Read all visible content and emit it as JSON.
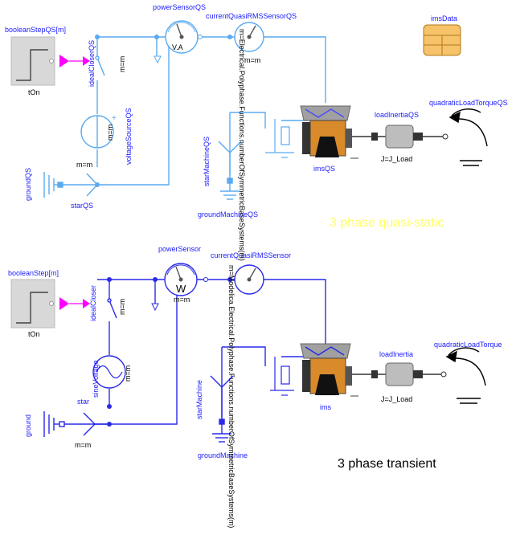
{
  "colors": {
    "qs_wire": "#5aaaf0",
    "tr_wire": "#2a2ae8",
    "label_blue": "#1a1aff",
    "qs_title": "#ffff66",
    "tr_title": "#000000",
    "magenta": "#ff00ff",
    "data_block": "#f6c36a"
  },
  "titles": {
    "qs": "3 phase quasi-static",
    "tr": "3 phase transient"
  },
  "qs": {
    "step_name": "booleanStepQS[m]",
    "step_param": "tOn",
    "closer_name": "idealCloserQS",
    "closer_param": "m=m",
    "source_name": "voltageSourceQS",
    "source_param": "m=m",
    "ground_name": "groundQS",
    "star_name": "starQS",
    "star_param": "m=m",
    "power_name": "powerSensorQS",
    "power_glyph": "V.A",
    "current_name": "currentQuasiRMSSensorQS",
    "current_param": "m=m",
    "starmachine_name": "starMachineQS",
    "groundmachine_name": "groundMachineQS",
    "machine_name": "imsQS",
    "inertia_name": "loadInertiaQS",
    "inertia_param": "J=J_Load",
    "torque_name": "quadraticLoadTorqueQS",
    "data_name": "imsData"
  },
  "tr": {
    "step_name": "booleanStep[m]",
    "step_param": "tOn",
    "closer_name": "idealCloser",
    "closer_param": "m=m",
    "source_name": "sineVoltage",
    "source_param": "m=m",
    "ground_name": "ground",
    "star_name": "star",
    "star_param": "m=m",
    "power_name": "powerSensor",
    "power_glyph": "W",
    "power_param": "m=m",
    "current_name": "currentQuasiRMSSensor",
    "starmachine_name": "starMachine",
    "groundmachine_name": "groundMachine",
    "machine_name": "ims",
    "inertia_name": "loadInertia",
    "inertia_param": "J=J_Load",
    "torque_name": "quadraticLoadTorque"
  },
  "vertical_text": {
    "qs_long": "m=Electrical.Polyphase.Functions.numberOfSymmetricBaseSystems(m)",
    "tr_long": "m=Modelica.Electrical.Polyphase.Functions.numberOfSymmetricBaseSystems(m)"
  }
}
